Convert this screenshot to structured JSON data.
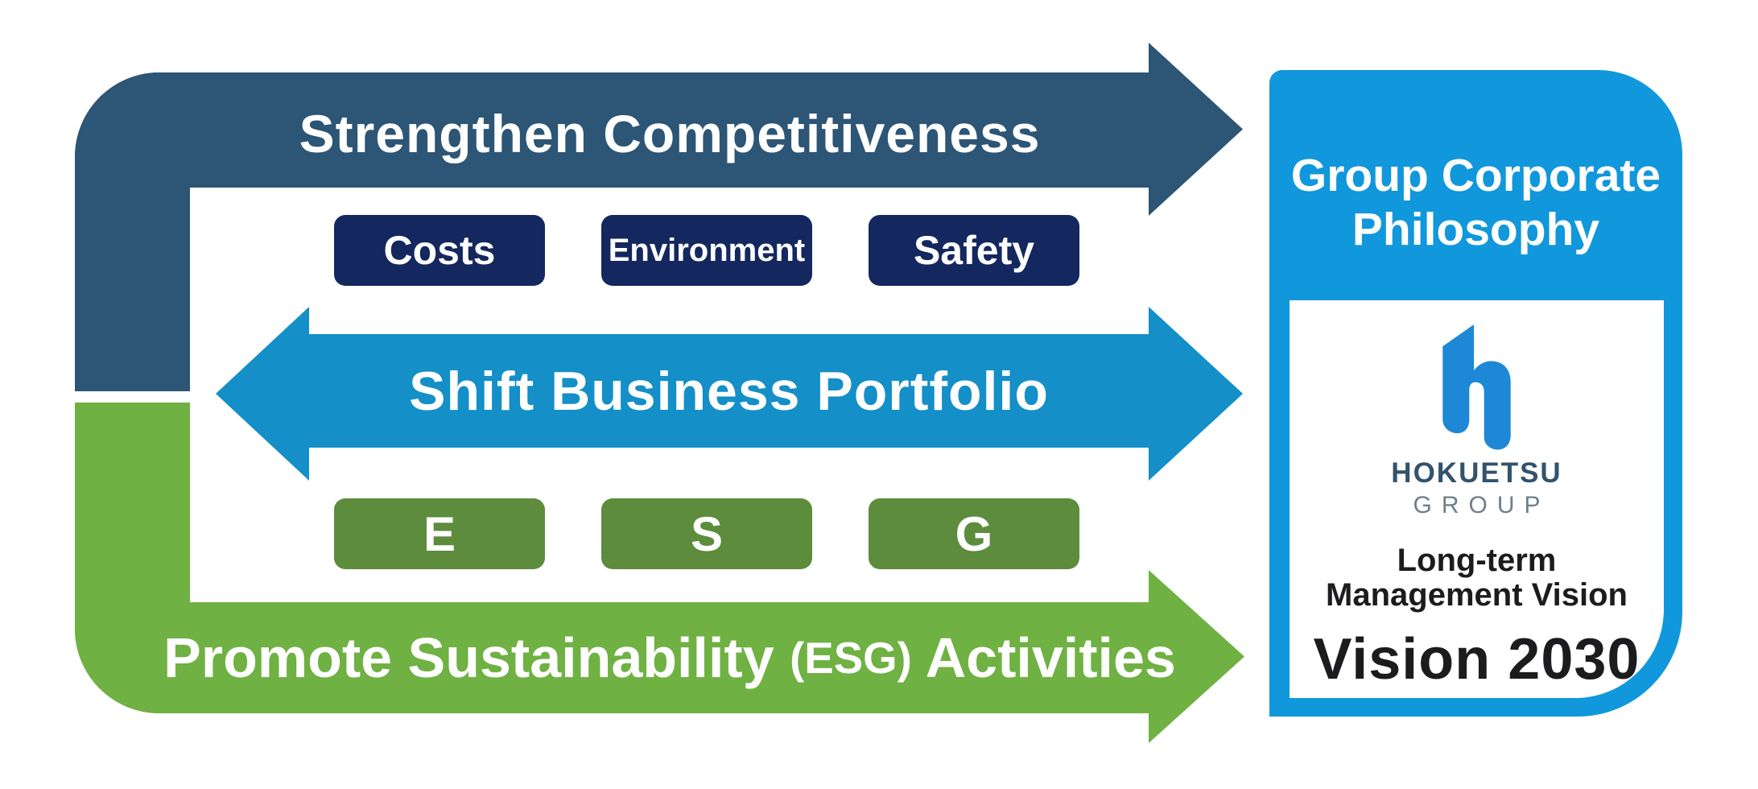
{
  "diagram": {
    "top_arrow": {
      "label": "Strengthen Competitiveness"
    },
    "middle_arrow": {
      "label": "Shift Business Portfolio"
    },
    "bottom_arrow": {
      "label_prefix": "Promote Sustainability ",
      "label_esg": "(ESG)",
      "label_suffix": " Activities"
    },
    "competitiveness_badges": [
      {
        "label": "Costs"
      },
      {
        "label": "Environment"
      },
      {
        "label": "Safety"
      }
    ],
    "esg_badges": [
      {
        "label": "E"
      },
      {
        "label": "S"
      },
      {
        "label": "G"
      }
    ]
  },
  "panel": {
    "header": {
      "line1": "Group Corporate",
      "line2": "Philosophy"
    },
    "logo": {
      "icon": "hokuetsu-h-logo",
      "brand": "HOKUETSU",
      "brand_sub": "GROUP"
    },
    "vision": {
      "subtitle_line1": "Long-term",
      "subtitle_line2": "Management Vision",
      "title": "Vision 2030"
    }
  },
  "colors": {
    "dark_blue": "#2C5576",
    "navy": "#14275F",
    "mid_blue": "#148FC7",
    "panel_blue": "#1197DB",
    "green": "#6FB142",
    "dark_green": "#5C8C3C",
    "logo_blue": "#1C88D6",
    "brand_slate": "#33536B",
    "brand_gray": "#6C7F8D"
  }
}
